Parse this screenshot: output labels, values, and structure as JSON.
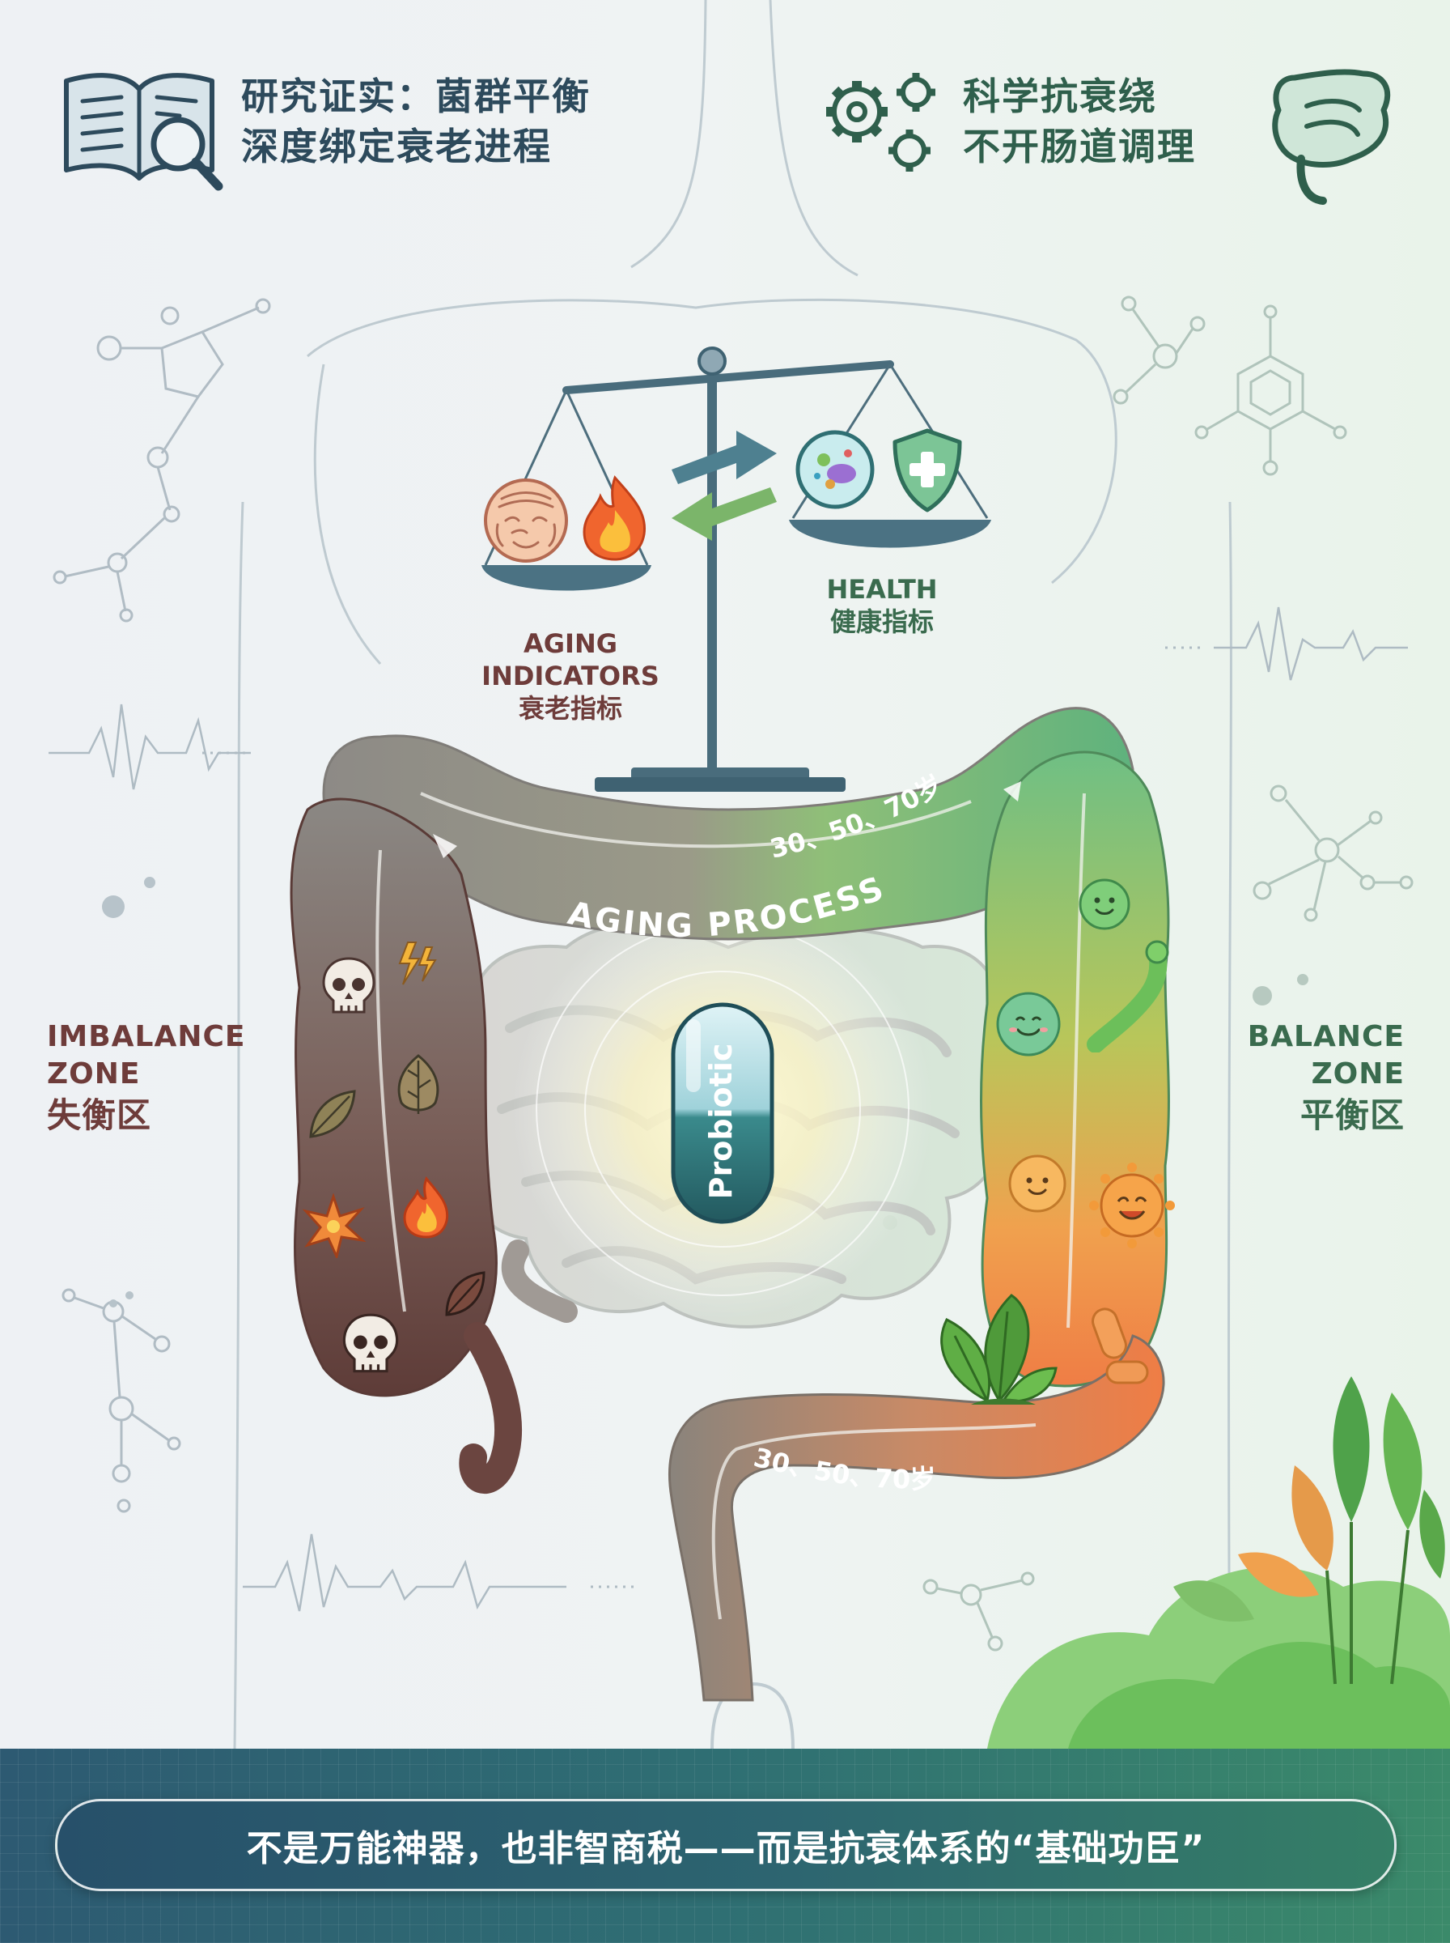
{
  "header": {
    "left_title_line1": "研究证实：菌群平衡",
    "left_title_line2": "深度绑定衰老进程",
    "right_title_line1": "科学抗衰绕",
    "right_title_line2": "不开肠道调理"
  },
  "scale": {
    "left_label_en_1": "AGING",
    "left_label_en_2": "INDICATORS",
    "left_label_cn": "衰老指标",
    "right_label_en": "HEALTH",
    "right_label_cn": "健康指标"
  },
  "zones": {
    "left_en_1": "IMBALANCE",
    "left_en_2": "ZONE",
    "left_cn": "失衡区",
    "right_en_1": "BALANCE",
    "right_en_2": "ZONE",
    "right_cn": "平衡区"
  },
  "intestine": {
    "process_label": "AGING PROCESS",
    "ages_top": "30、50、70岁",
    "ages_bottom": "30、50、70岁",
    "capsule_label": "Probiotic"
  },
  "footer": {
    "tagline": "不是万能神器，也非智商税——而是抗衰体系的“基础功臣”"
  },
  "colors": {
    "aging_dark": "#6e3c3a",
    "aging_gray": "#8c8a86",
    "health_green": "#5aa86a",
    "health_orange": "#ee8a4e",
    "footer_teal": "#2f6f73"
  }
}
